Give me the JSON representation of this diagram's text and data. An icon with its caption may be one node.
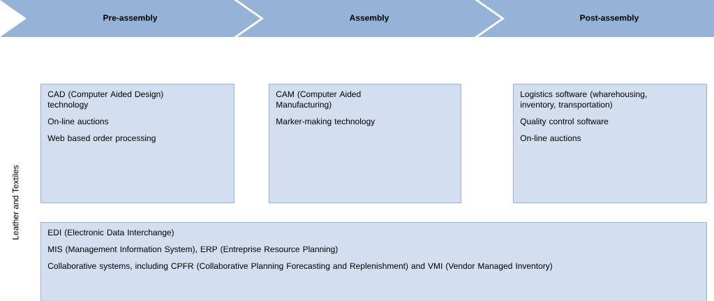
{
  "diagram": {
    "nodes": [
      {
        "text": [
          "Pre-assembly"
        ]
      },
      {
        "text": [
          "Assembly"
        ]
      },
      {
        "text": [
          "Post-assembly"
        ]
      },
      {
        "text": [
          "CAD (Computer Aided Design) technology",
          "On-line auctions",
          "Web based order processing"
        ]
      },
      {
        "text": [
          "CAM (Computer Aided Manufacturing)",
          "Marker-making technology"
        ]
      },
      {
        "text": [
          "Logistics software (wharehousing, inventory, transportation)",
          "Quality control software",
          "On-line auctions"
        ]
      },
      {
        "text": [
          "EDI (Electronic Data Interchange)",
          "MIS (Management Information System), ERP (Entreprise Resource Planning)",
          "Collaborative systems, including CPFR (Collaborative Planning Forecasting and Replenishment) and VMI (Vendor Managed Inventory)"
        ]
      }
    ],
    "labels": [
      "Leather and Textiles"
    ]
  }
}
